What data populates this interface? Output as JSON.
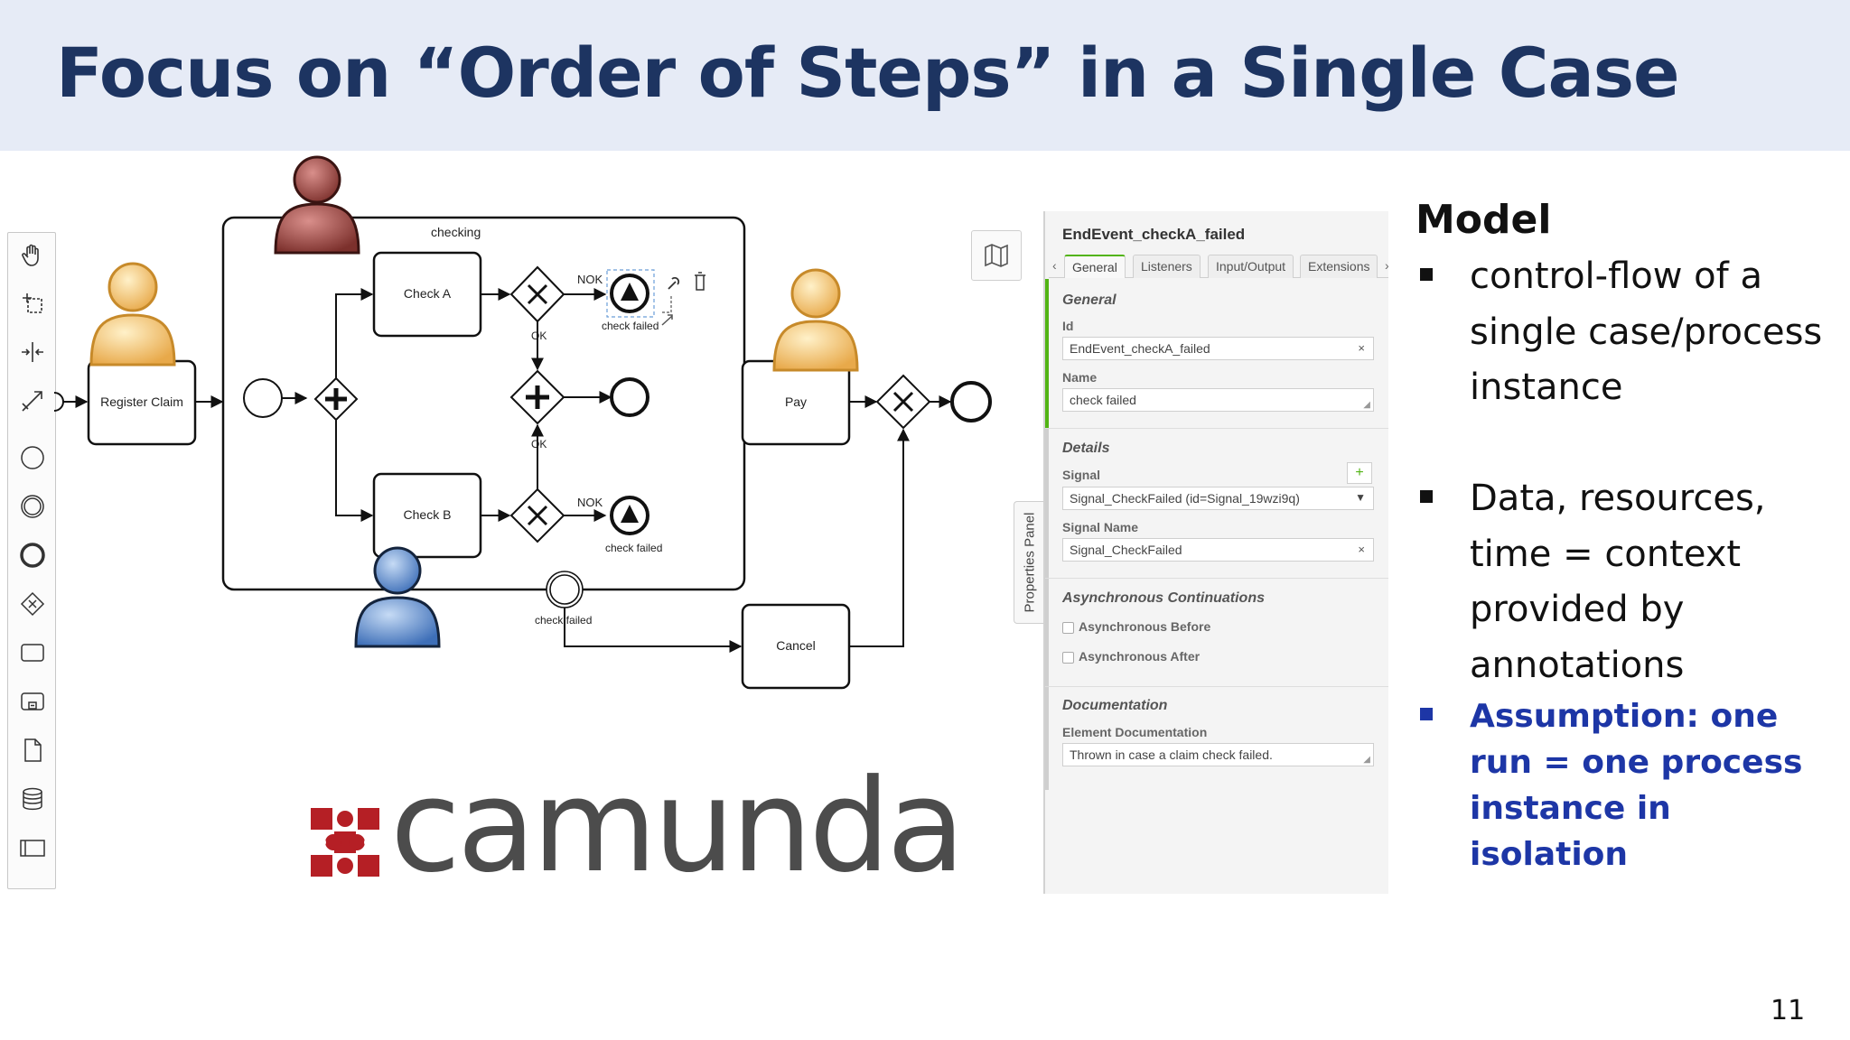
{
  "slide": {
    "title": "Focus on “Order of Steps” in a Single Case",
    "page_number": "11"
  },
  "palette": {
    "tools": [
      "hand-tool-icon",
      "lasso-tool-icon",
      "space-tool-icon",
      "connect-tool-icon",
      "start-event-icon",
      "intermediate-event-icon",
      "end-event-icon",
      "gateway-icon",
      "task-icon",
      "subprocess-icon",
      "data-object-icon",
      "data-store-icon",
      "pool-icon"
    ]
  },
  "diagram": {
    "subprocess_label": "checking",
    "tasks": {
      "register_claim": "Register Claim",
      "check_a": "Check A",
      "check_b": "Check B",
      "pay": "Pay",
      "cancel": "Cancel"
    },
    "flow_labels": {
      "nok_a": "NOK",
      "ok_a": "OK",
      "nok_b": "NOK",
      "ok_b": "OK"
    },
    "event_labels": {
      "check_failed_a": "check failed",
      "check_failed_b": "check failed",
      "boundary_check_failed": "check failed"
    },
    "colors": {
      "resource_checker": "#a5514d",
      "resource_employee": "#f2c06a",
      "resource_manager": "#6b9ad6"
    }
  },
  "properties_panel": {
    "toggle_label": "Properties Panel",
    "element_title": "EndEvent_checkA_failed",
    "tabs": [
      "General",
      "Listeners",
      "Input/Output",
      "Extensions"
    ],
    "active_tab": "General",
    "general": {
      "heading": "General",
      "id_label": "Id",
      "id_value": "EndEvent_checkA_failed",
      "name_label": "Name",
      "name_value": "check failed"
    },
    "details": {
      "heading": "Details",
      "signal_label": "Signal",
      "signal_value": "Signal_CheckFailed (id=Signal_19wzi9q)",
      "signal_name_label": "Signal Name",
      "signal_name_value": "Signal_CheckFailed"
    },
    "async": {
      "heading": "Asynchronous Continuations",
      "before_label": "Asynchronous Before",
      "before_checked": false,
      "after_label": "Asynchronous After",
      "after_checked": false
    },
    "documentation": {
      "heading": "Documentation",
      "element_doc_label": "Element Documentation",
      "element_doc_value": "Thrown in case a claim check failed."
    },
    "accent_color": "#52b415"
  },
  "logo": {
    "text": "camunda",
    "color": "#b51f25"
  },
  "model": {
    "heading": "Model",
    "bullets": [
      "control-flow of a single case/process instance",
      "Data, resources, time = context provided by annotations"
    ],
    "assumption": "Assumption: one run = one process instance in isolation",
    "assumption_color": "#1d36a6"
  }
}
